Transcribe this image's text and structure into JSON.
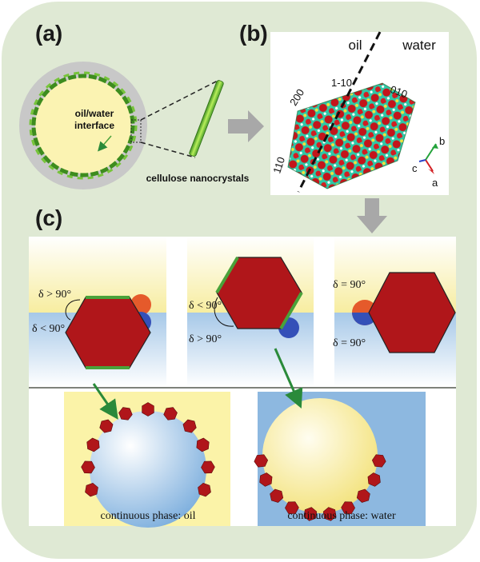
{
  "panels": {
    "a": {
      "label": "(a)",
      "droplet_label_line1": "oil/water",
      "droplet_label_line2": "interface",
      "crystal_caption": "cellulose nanocrystals"
    },
    "b": {
      "label": "(b)",
      "phase_oil": "oil",
      "phase_water": "water",
      "plane_200": "200",
      "plane_1m10": "1-10",
      "plane_010": "010",
      "plane_110": "110",
      "axis_a": "a",
      "axis_b": "b",
      "axis_c": "c"
    },
    "c": {
      "label": "(c)",
      "case1_top": "δ > 90°",
      "case1_bottom": "δ < 90°",
      "case2_top": "δ < 90°",
      "case2_bottom": "δ > 90°",
      "case3_top": "δ = 90°",
      "case3_bottom": "δ = 90°",
      "caption_oil": "continuous phase: oil",
      "caption_water": "continuous phase: water"
    }
  },
  "colors": {
    "background": "#dfe9d4",
    "oil": "#fbf5b4",
    "water": "#9fc3e4",
    "crystal": "#b0161a",
    "crystal_edge": "#4aa23a",
    "arrow_green": "#2a8a3a",
    "arrow_gray": "#a8a8a8"
  }
}
